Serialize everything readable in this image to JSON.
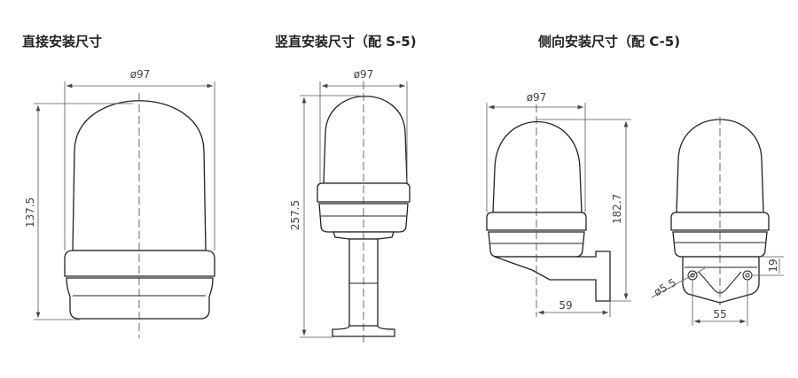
{
  "views": [
    {
      "title": "直接安装尺寸",
      "diameter": "ø97",
      "height": "137.5"
    },
    {
      "title": "竖直安装尺寸（配 S-5)",
      "diameter": "ø97",
      "height": "257.5"
    },
    {
      "title": "侧向安装尺寸（配 C-5)",
      "diameter": "ø97",
      "height": "182.7",
      "depth": "59"
    },
    {
      "hole_diameter": "ø5.5",
      "hole_spacing": "55",
      "hole_height": "19"
    }
  ]
}
